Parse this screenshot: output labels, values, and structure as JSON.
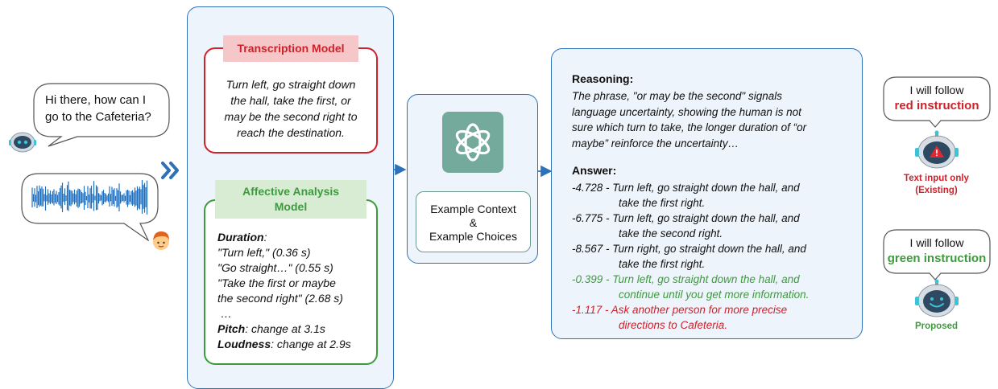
{
  "user_side": {
    "robot_question": [
      "Hi there, how can I",
      "go to the Cafeteria?"
    ]
  },
  "transcription": {
    "title": "Transcription Model",
    "lines": [
      "Turn left, go straight down",
      "the hall, take the first, or",
      "may be the second right to",
      "reach the destination."
    ]
  },
  "affective": {
    "title_lines": [
      "Affective Analysis",
      "Model"
    ],
    "duration_label": "Duration",
    "duration_colon": ":",
    "duration_lines": [
      "\"Turn left,\" (0.36 s)",
      "\"Go straight…\" (0.55 s)",
      "\"Take the first or maybe",
      "the second right\" (2.68 s)",
      " …"
    ],
    "pitch_label": "Pitch",
    "pitch_text": ": change at 3.1s",
    "loudness_label": "Loudness",
    "loudness_text": ": change at 2.9s"
  },
  "llm": {
    "context_lines": [
      "Example Context",
      "&",
      "Example Choices"
    ]
  },
  "output": {
    "reasoning_label": "Reasoning:",
    "reasoning_lines": [
      "The phrase, \"or may be the second\" signals",
      "language uncertainty, showing the human is not",
      "sure which turn to take, the longer duration of “or",
      "maybe” reinforce the uncertainty…"
    ],
    "answer_label": "Answer:",
    "answers": [
      {
        "lines": [
          "-4.728 - Turn left, go straight down the hall, and",
          "take the first right."
        ],
        "color": "#111111"
      },
      {
        "lines": [
          "-6.775 - Turn left, go straight down the hall, and",
          "take the second right."
        ],
        "color": "#111111"
      },
      {
        "lines": [
          "-8.567 - Turn right, go straight down the hall, and",
          "take the first right."
        ],
        "color": "#111111"
      },
      {
        "lines": [
          "-0.399 - Turn left, go straight down the hall, and",
          "continue until you get more information."
        ],
        "color": "#3d9b3d"
      },
      {
        "lines": [
          "-1.117 - Ask another person for more precise",
          "directions to Cafeteria."
        ],
        "color": "#d0202a"
      }
    ]
  },
  "robots": {
    "existing": {
      "line1": "I will follow",
      "line2": "red instruction",
      "caption_lines": [
        "Text input only",
        "(Existing)"
      ]
    },
    "proposed": {
      "line1": "I will follow",
      "line2": "green instruction",
      "caption_lines": [
        "Proposed"
      ]
    }
  },
  "colors": {
    "blue": "#2d72b8",
    "red": "#d0202a",
    "green": "#3d9b3d",
    "panel_bg": "#eef4fb",
    "robot_teal": "#3cc3d8",
    "robot_dark": "#2e4a63"
  }
}
